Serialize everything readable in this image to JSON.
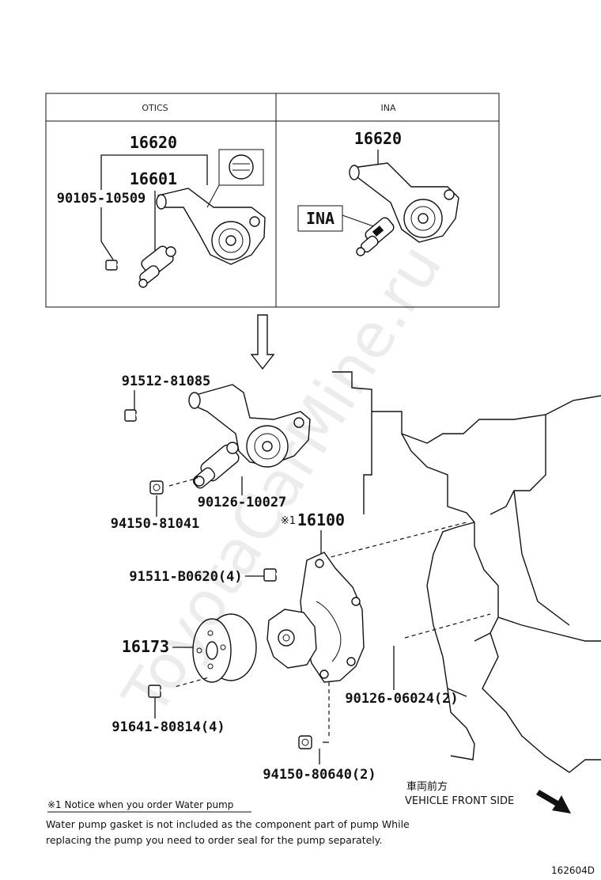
{
  "table": {
    "col_otics": "OTICS",
    "col_ina": "INA",
    "otics_parts": [
      "16620",
      "16601",
      "90105-10509"
    ],
    "ina_part": "16620",
    "ina_tag": "INA"
  },
  "callouts": {
    "p91512": "91512-81085",
    "p90126a": "90126-10027",
    "p94150a": "94150-81041",
    "p16100_mark": "※1",
    "p16100": "16100",
    "p91511": "91511-B0620(4)",
    "p16173": "16173",
    "p90126b": "90126-06024(2)",
    "p91641": "91641-80814(4)",
    "p94150b": "94150-80640(2)"
  },
  "direction": {
    "japanese": "車両前方",
    "english": "VEHICLE FRONT SIDE"
  },
  "notice": {
    "title": "※1 Notice when you order Water pump",
    "line1": "Water pump gasket is not included as the component part of pump While",
    "line2": "replacing the pump you need to order seal for the pump separately."
  },
  "diagram_code": "162604D",
  "watermark": "ToyotaCarMine.ru"
}
